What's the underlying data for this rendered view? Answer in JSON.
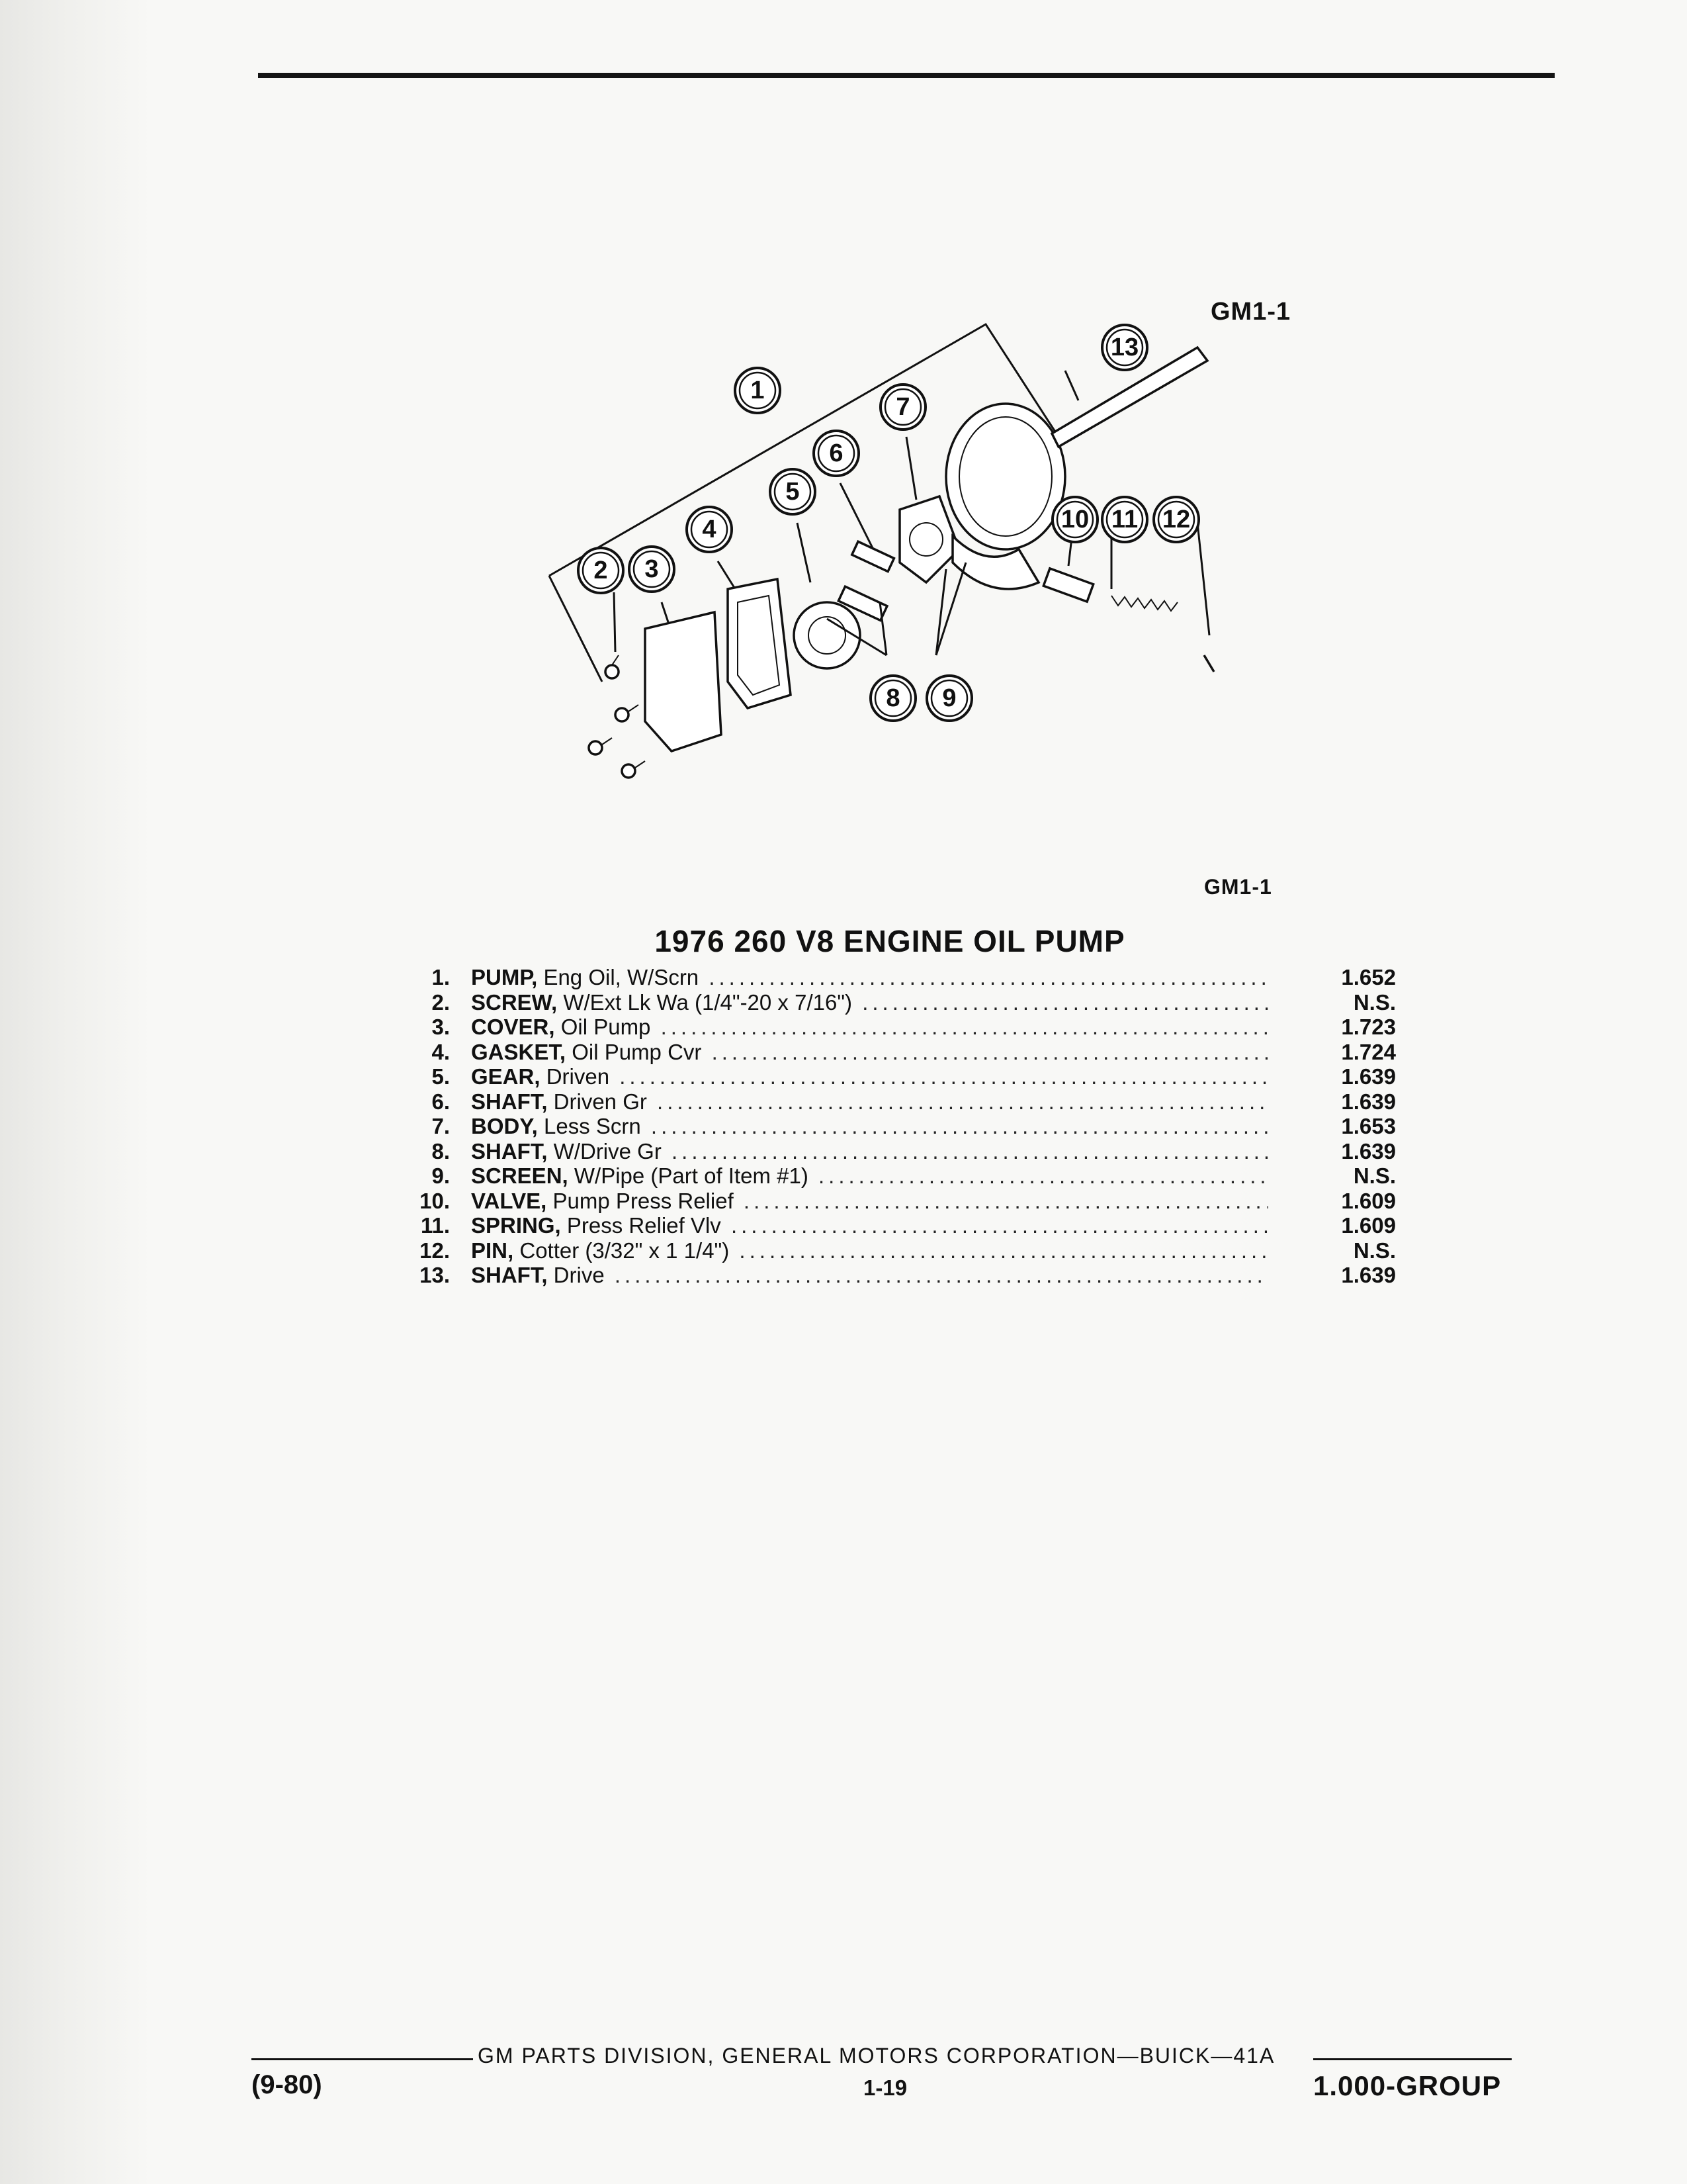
{
  "figure": {
    "id_top": "GM1-1",
    "id_bottom": "GM1-1",
    "callouts": [
      "1",
      "2",
      "3",
      "4",
      "5",
      "6",
      "7",
      "8",
      "9",
      "10",
      "11",
      "12",
      "13"
    ]
  },
  "parts": {
    "title": "1976 260 V8 ENGINE OIL PUMP",
    "items": [
      {
        "num": "1.",
        "name": "PUMP,",
        "desc": "Eng Oil, W/Scrn",
        "value": "1.652"
      },
      {
        "num": "2.",
        "name": "SCREW,",
        "desc": "W/Ext Lk Wa (1/4\"-20 x 7/16\")",
        "value": "N.S."
      },
      {
        "num": "3.",
        "name": "COVER,",
        "desc": "Oil Pump",
        "value": "1.723"
      },
      {
        "num": "4.",
        "name": "GASKET,",
        "desc": "Oil Pump Cvr",
        "value": "1.724"
      },
      {
        "num": "5.",
        "name": "GEAR,",
        "desc": "Driven",
        "value": "1.639"
      },
      {
        "num": "6.",
        "name": "SHAFT,",
        "desc": "Driven Gr",
        "value": "1.639"
      },
      {
        "num": "7.",
        "name": "BODY,",
        "desc": "Less Scrn",
        "value": "1.653"
      },
      {
        "num": "8.",
        "name": "SHAFT,",
        "desc": "W/Drive Gr",
        "value": "1.639"
      },
      {
        "num": "9.",
        "name": "SCREEN,",
        "desc": "W/Pipe (Part of Item #1)",
        "value": "N.S."
      },
      {
        "num": "10.",
        "name": "VALVE,",
        "desc": "Pump Press Relief",
        "value": "1.609"
      },
      {
        "num": "11.",
        "name": "SPRING,",
        "desc": "Press Relief Vlv",
        "value": "1.609"
      },
      {
        "num": "12.",
        "name": "PIN,",
        "desc": "Cotter (3/32\" x 1 1/4\")",
        "value": "N.S."
      },
      {
        "num": "13.",
        "name": "SHAFT,",
        "desc": "Drive",
        "value": "1.639"
      }
    ]
  },
  "footer": {
    "division": "GM PARTS DIVISION, GENERAL MOTORS CORPORATION—BUICK—41A",
    "date": "(9-80)",
    "page": "1-19",
    "group": "1.000-GROUP"
  }
}
